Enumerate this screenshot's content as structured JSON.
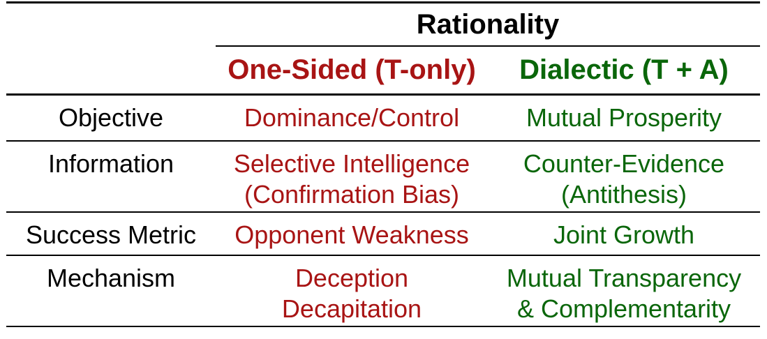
{
  "figure": {
    "background": "#FFFFFF",
    "colors": {
      "one_sided": "#A81414",
      "dialectic": "#0A660A",
      "label": "#000000",
      "rule": "#000000"
    },
    "group_header": "Rationality",
    "columns": [
      {
        "id": "one_sided",
        "label": "One-Sided (T-only)"
      },
      {
        "id": "dialectic",
        "label": "Dialectic (T + A)"
      }
    ],
    "rows": [
      {
        "label": "Objective",
        "one_sided": "Dominance/Control",
        "dialectic": "Mutual Prosperity"
      },
      {
        "label": "Information",
        "one_sided": "Selective Intelligence\n(Confirmation Bias)",
        "dialectic": "Counter-Evidence\n(Antithesis)"
      },
      {
        "label": "Success Metric",
        "one_sided": "Opponent Weakness",
        "dialectic": "Joint Growth"
      },
      {
        "label": "Mechanism",
        "one_sided": "Deception\nDecapitation",
        "dialectic": "Mutual Transparency\n& Complementarity"
      }
    ]
  }
}
